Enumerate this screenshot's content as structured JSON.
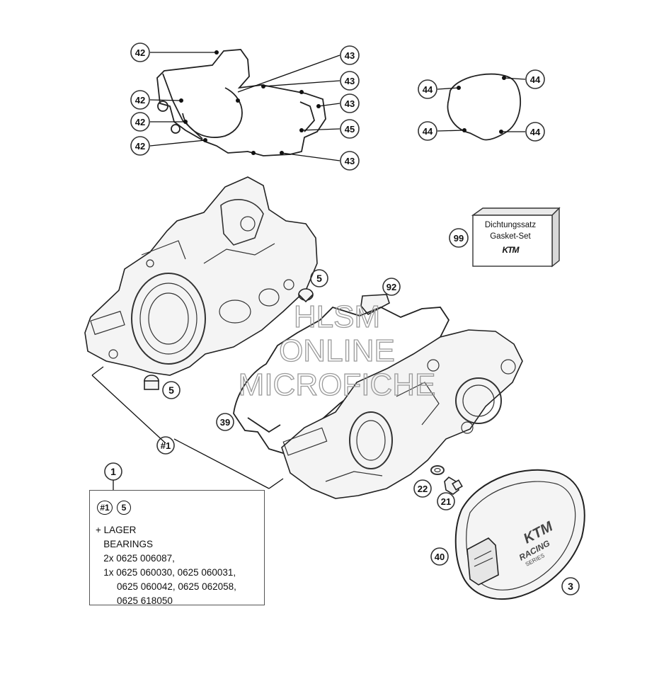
{
  "callouts": {
    "c42": "42",
    "c43": "43",
    "c44": "44",
    "c45": "45",
    "c99": "99",
    "c92": "92",
    "c5": "5",
    "c39": "39",
    "c1": "1",
    "c22": "22",
    "c21": "21",
    "c40": "40",
    "c3": "3",
    "c_hash1": "#1"
  },
  "gasket_set": {
    "line1": "Dichtungssatz",
    "line2": "Gasket-Set",
    "brand": "KTM"
  },
  "cover_text": {
    "brand": "KTM",
    "line": "RACING",
    "sub": "SERIES"
  },
  "bearing_box": {
    "badge_a": "#1",
    "badge_b": "5",
    "text": "+ LAGER\n   BEARINGS\n   2x 0625 006087,\n   1x 0625 060030, 0625 060031,\n        0625 060042, 0625 062058,\n        0625 618050"
  },
  "watermark": {
    "line1": "HLSM",
    "line2": "ONLINE",
    "line3": "MICROFICHE"
  }
}
